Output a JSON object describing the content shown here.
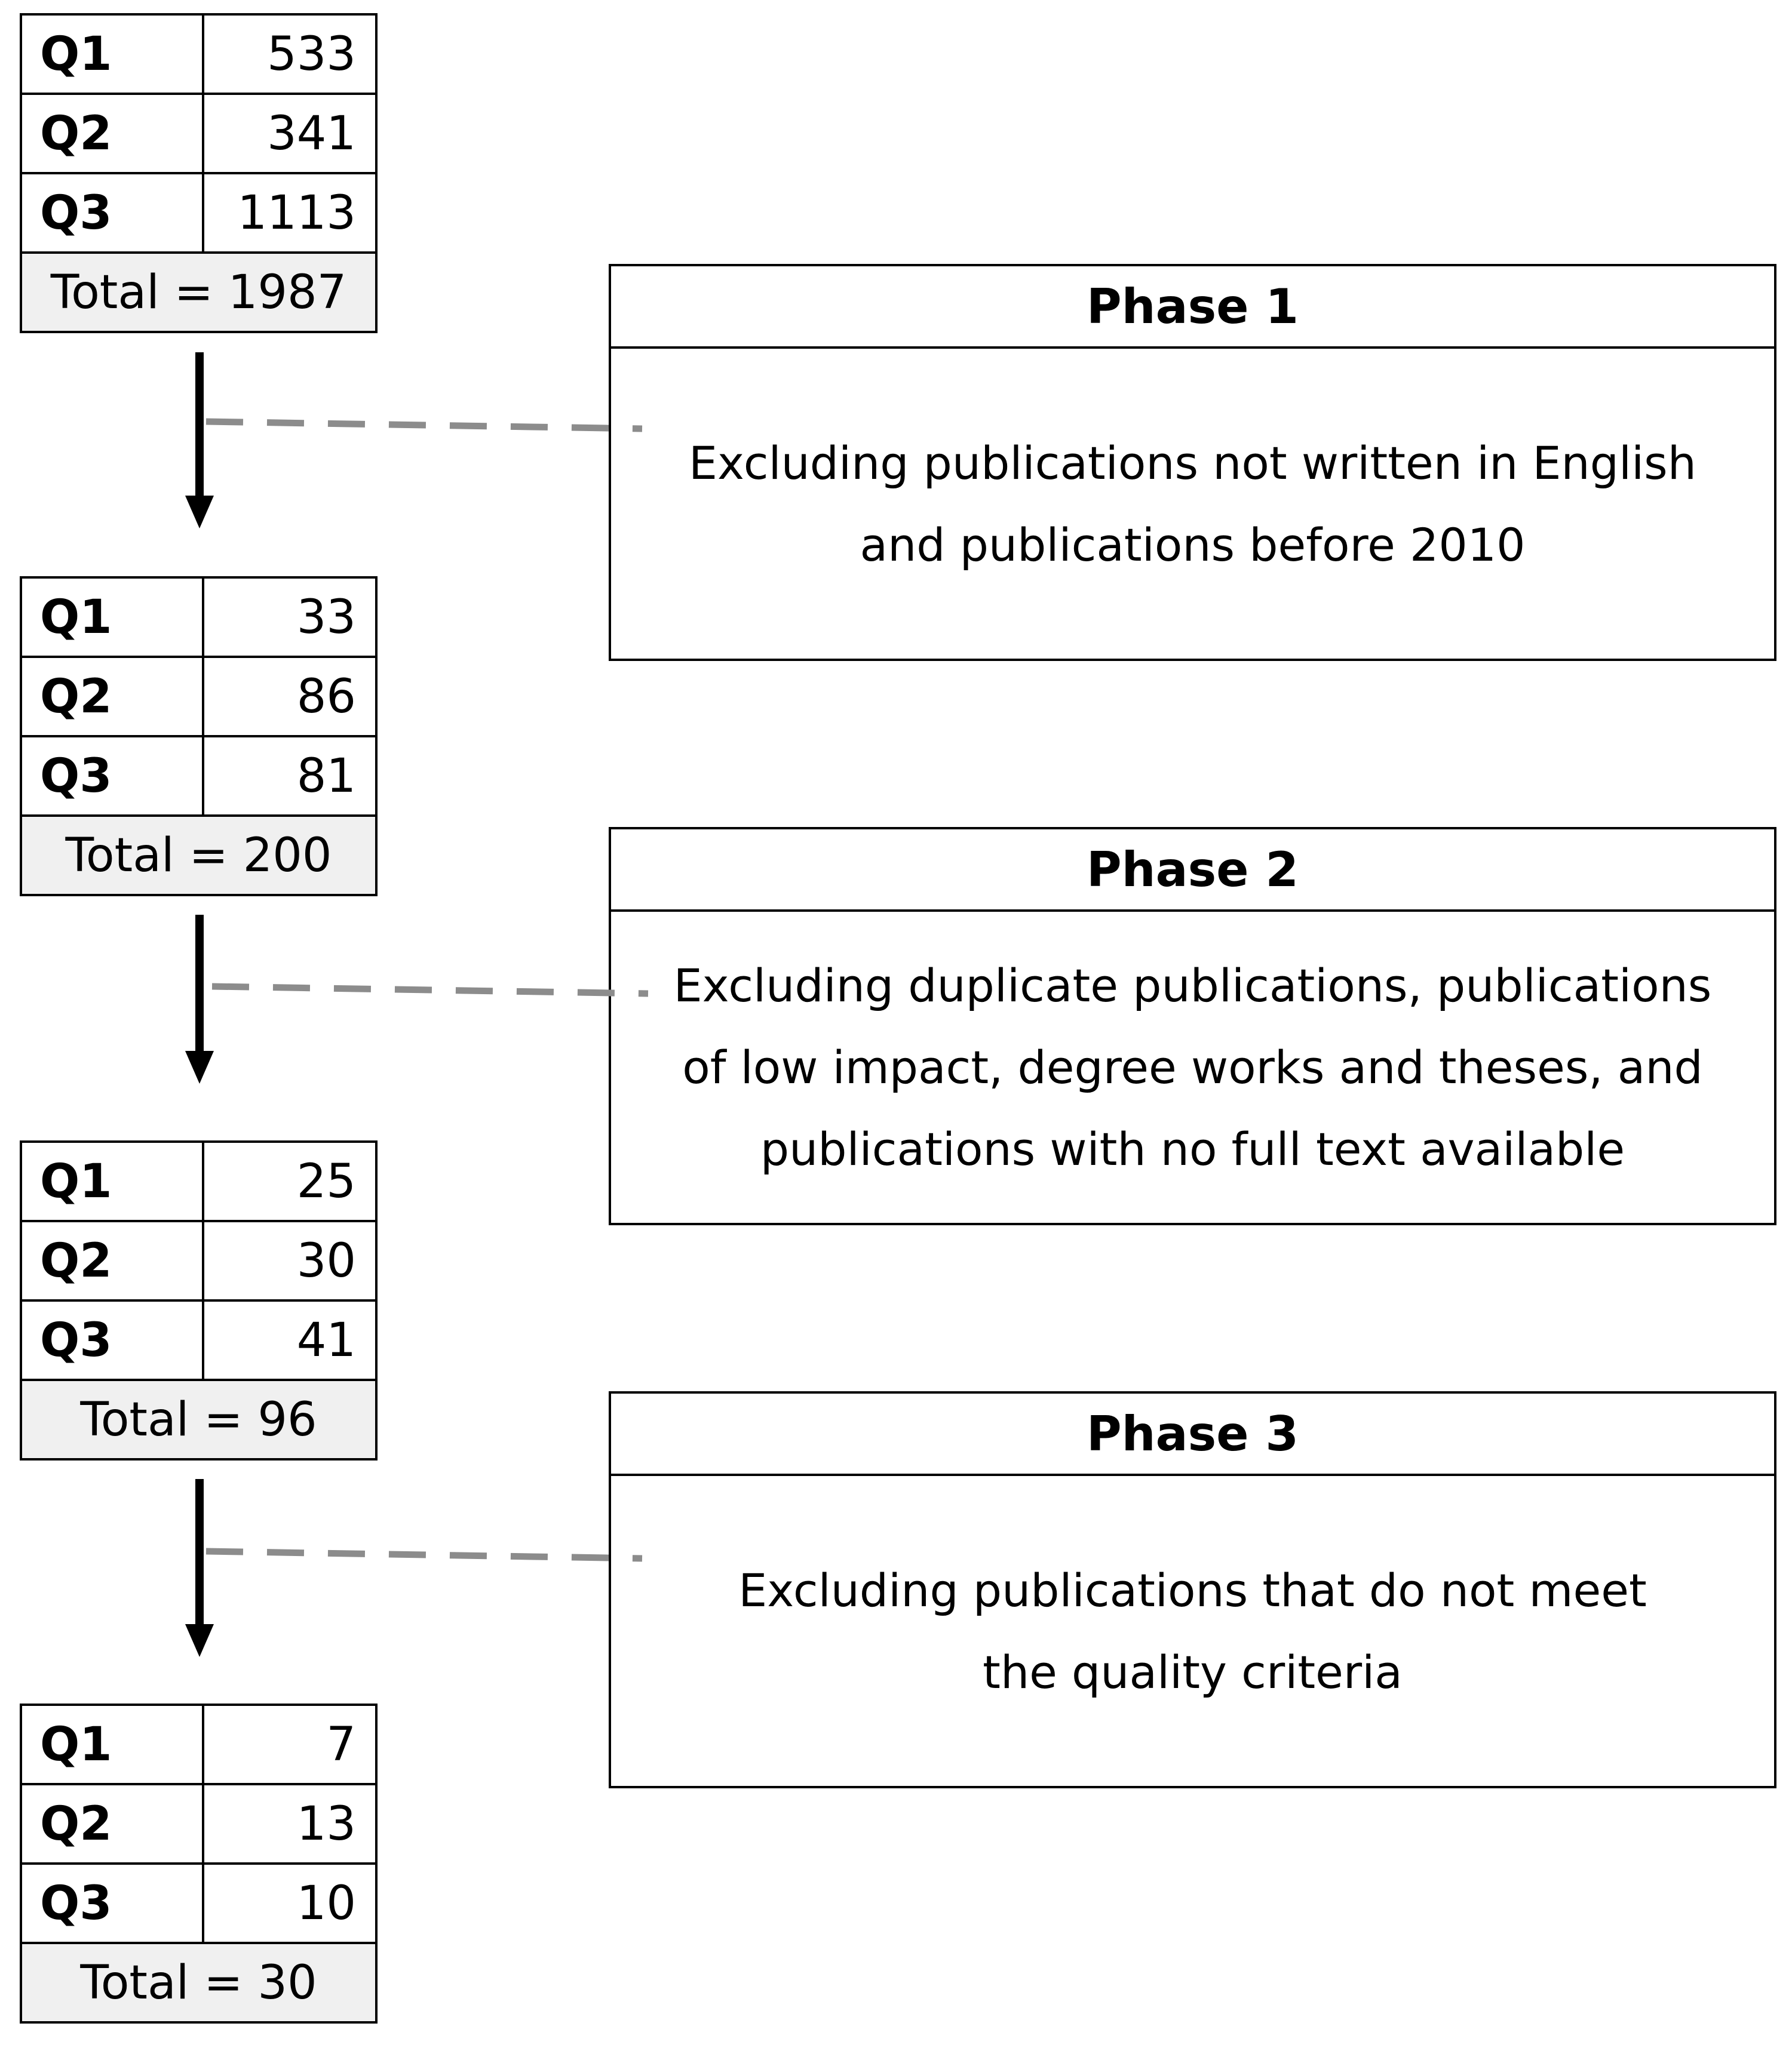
{
  "stages": [
    {
      "rows": [
        {
          "label": "Q1",
          "value": "533"
        },
        {
          "label": "Q2",
          "value": "341"
        },
        {
          "label": "Q3",
          "value": "1113"
        }
      ],
      "total": "Total = 1987"
    },
    {
      "rows": [
        {
          "label": "Q1",
          "value": "33"
        },
        {
          "label": "Q2",
          "value": "86"
        },
        {
          "label": "Q3",
          "value": "81"
        }
      ],
      "total": "Total = 200"
    },
    {
      "rows": [
        {
          "label": "Q1",
          "value": "25"
        },
        {
          "label": "Q2",
          "value": "30"
        },
        {
          "label": "Q3",
          "value": "41"
        }
      ],
      "total": "Total = 96"
    },
    {
      "rows": [
        {
          "label": "Q1",
          "value": "7"
        },
        {
          "label": "Q2",
          "value": "13"
        },
        {
          "label": "Q3",
          "value": "10"
        }
      ],
      "total": "Total = 30"
    }
  ],
  "phases": [
    {
      "title": "Phase 1",
      "lines": [
        "Excluding publications not written in English",
        "and publications before 2010"
      ]
    },
    {
      "title": "Phase 2",
      "lines": [
        "Excluding duplicate publications, publications",
        "of low impact, degree works and theses, and",
        "publications with no full text available"
      ]
    },
    {
      "title": "Phase 3",
      "lines": [
        "Excluding publications that do not meet",
        "the quality criteria"
      ]
    }
  ],
  "colors": {
    "total_fill": "#f0f0f0",
    "dashed_connector": "#8c8c8c",
    "arrow": "#000000"
  }
}
